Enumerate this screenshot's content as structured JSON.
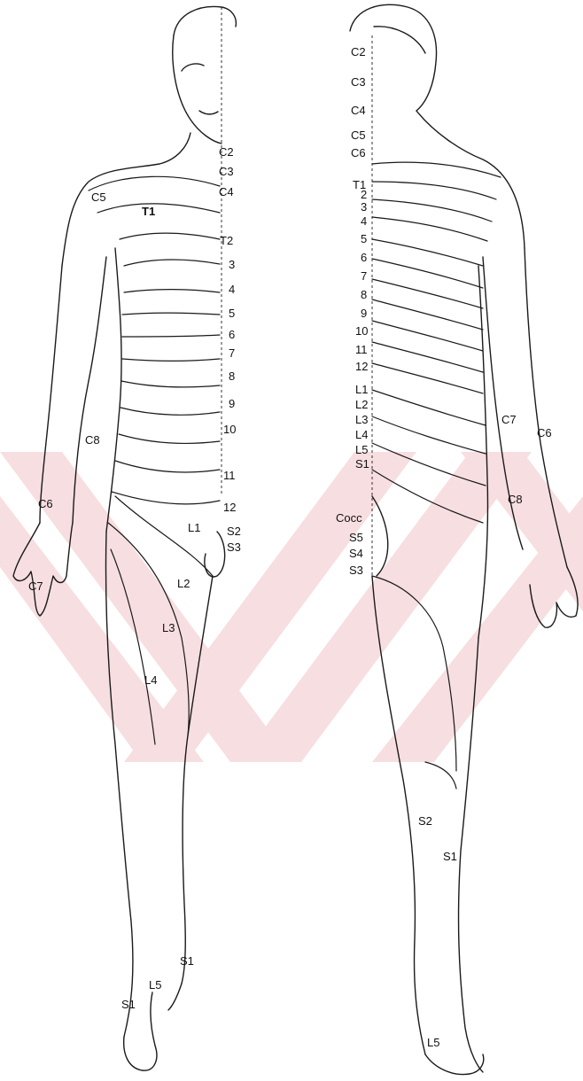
{
  "watermark_color": "#f6d9dc",
  "front": {
    "labels": {
      "c2": "C2",
      "c3": "C3",
      "c4": "C4",
      "c5": "C5",
      "t1": "T1",
      "t2": "T2",
      "n3": "3",
      "n4": "4",
      "n5": "5",
      "n6": "6",
      "n7": "7",
      "n8": "8",
      "n9": "9",
      "n10": "10",
      "n11": "11",
      "n12": "12",
      "c8": "C8",
      "c6": "C6",
      "c7": "C7",
      "l1": "L1",
      "l2": "L2",
      "l3": "L3",
      "l4": "L4",
      "l5": "L5",
      "s2": "S2",
      "s3": "S3",
      "s1a": "S1",
      "s1b": "S1"
    }
  },
  "back": {
    "labels": {
      "c2": "C2",
      "c3": "C3",
      "c4": "C4",
      "c5": "C5",
      "c6": "C6",
      "t1": "T1",
      "n2": "2",
      "n3": "3",
      "n4": "4",
      "n5": "5",
      "n6": "6",
      "n7": "7",
      "n8": "8",
      "n9": "9",
      "n10": "10",
      "n11": "11",
      "n12": "12",
      "l1": "L1",
      "l2": "L2",
      "l3": "L3",
      "l4": "L4",
      "l5": "L5",
      "s1": "S1",
      "cocc": "Cocc",
      "s5": "S5",
      "s4": "S4",
      "s3": "S3",
      "c7": "C7",
      "c6b": "C6",
      "c8": "C8",
      "s2": "S2",
      "s1b": "S1",
      "l5b": "L5"
    }
  }
}
